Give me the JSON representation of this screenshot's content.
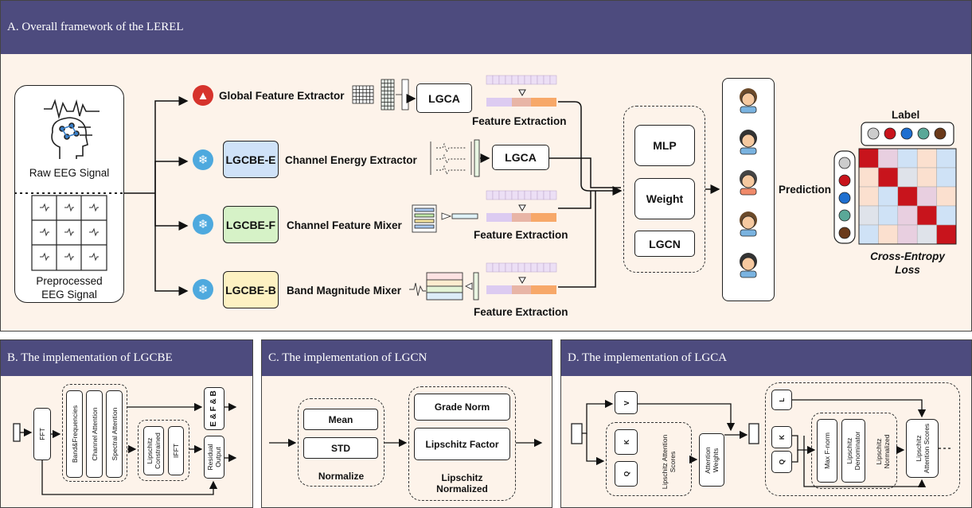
{
  "panel_a": {
    "title": "A. Overall framework of the LEREL",
    "raw_signal": "Raw EEG Signal",
    "preprocessed_signal": "Preprocessed EEG Signal",
    "branches": {
      "global": "Global Feature Extractor",
      "energy_tag": "LGCBE-E",
      "energy": "Channel Energy Extractor",
      "feature_tag": "LGCBE-F",
      "feature": "Channel Feature Mixer",
      "band_tag": "LGCBE-B",
      "band": "Band Magnitude Mixer"
    },
    "lgca": "LGCA",
    "feature_extraction": "Feature Extraction",
    "mlp": "MLP",
    "weight": "Weight",
    "lgcn": "LGCN",
    "prediction": "Prediction",
    "label": "Label",
    "loss": "Cross-Entropy Loss",
    "label_colors": [
      "#cccccc",
      "#c8141c",
      "#1e6fd0",
      "#5aa898",
      "#6b3a1a"
    ]
  },
  "panel_b": {
    "title": "B. The implementation of LGCBE",
    "fft": "FFT",
    "band_freq": "Band&Frequencies",
    "channel_attention": "Channel Attention",
    "spectral_attention": "Spectral Attention",
    "lipschitz_constrained": "Lipschitz Constrained",
    "ifft": "IFFT",
    "ef_b": "E & F & B",
    "residual_output": "Residual Output"
  },
  "panel_c": {
    "title": "C. The implementation of LGCN",
    "mean": "Mean",
    "std": "STD",
    "normalize": "Normalize",
    "grade_norm": "Grade Norm",
    "lipschitz_factor": "Lipschitz Factor",
    "lipschitz_normalized": "Lipschitz Normalized"
  },
  "panel_d": {
    "title": "D.  The implementation of LGCA",
    "v": "V",
    "k": "K",
    "q": "Q",
    "l": "L",
    "lip_attn_scores": "Lipschitz Attention Scores",
    "attn_weights": "Attention Weights",
    "max_fnorm": "Max F-norm",
    "lip_denominator": "Lipschitz Denominator",
    "lip_normalized": "Lipschitz Normalized",
    "lip_attn_scores2": "Lipschitz Attention Scores"
  }
}
